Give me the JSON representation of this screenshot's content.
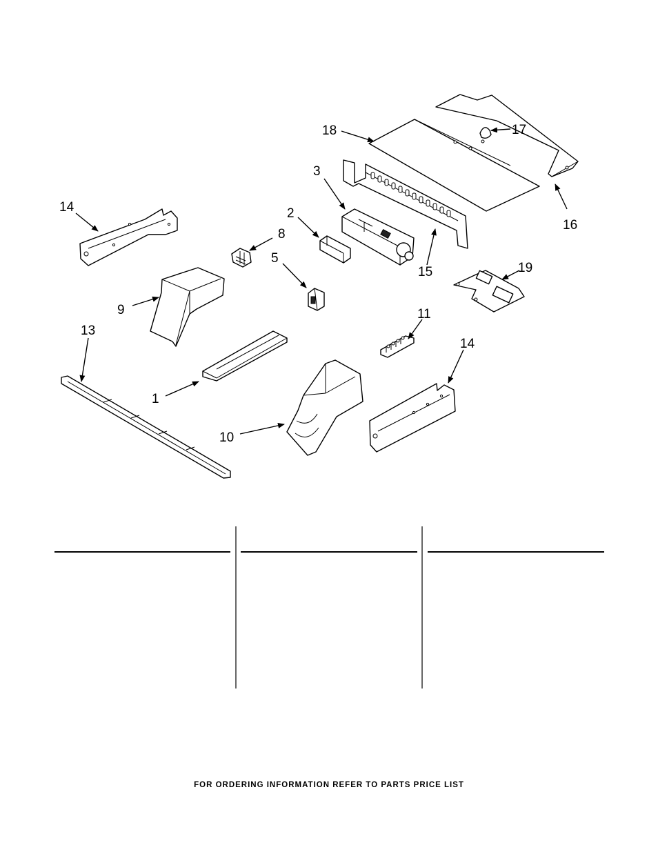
{
  "callouts": {
    "c1": "1",
    "c2": "2",
    "c3": "3",
    "c5": "5",
    "c8": "8",
    "c9": "9",
    "c10": "10",
    "c11": "11",
    "c13": "13",
    "c14a": "14",
    "c14b": "14",
    "c15": "15",
    "c16": "16",
    "c17": "17",
    "c18": "18",
    "c19": "19"
  },
  "footer": {
    "note": "FOR ORDERING INFORMATION REFER TO PARTS PRICE LIST"
  }
}
